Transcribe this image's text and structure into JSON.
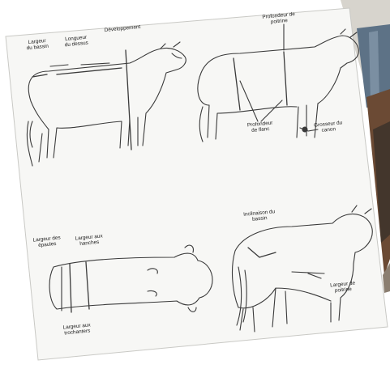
{
  "colors": {
    "paper": "#f7f7f5",
    "ink": "#3a3a3a",
    "wall": "#d7d4cd",
    "photo_dark": "#43362c",
    "photo_brown": "#6b4a34",
    "photo_blue": "#5d7286"
  },
  "labels": {
    "largeur_bassin": "Largeur\ndu bassin",
    "longueur_dessus": "Longueur\ndu dessus",
    "developpement": "Développement",
    "profondeur_poitrine": "Profondeur de\npoitrine",
    "profondeur_flanc": "Profondeur\nde flanc",
    "grosseur_canon": "Grosseur du\ncanon",
    "largeur_epaules": "Largeur des\népaules",
    "largeur_hanches": "Largeur aux\nhanches",
    "largeur_trochanters": "Largeur aux\ntrochanters",
    "inclinaison_bassin": "Inclinaison du\nbassin",
    "largeur_poitrine": "Largeur de\npoitrine"
  }
}
